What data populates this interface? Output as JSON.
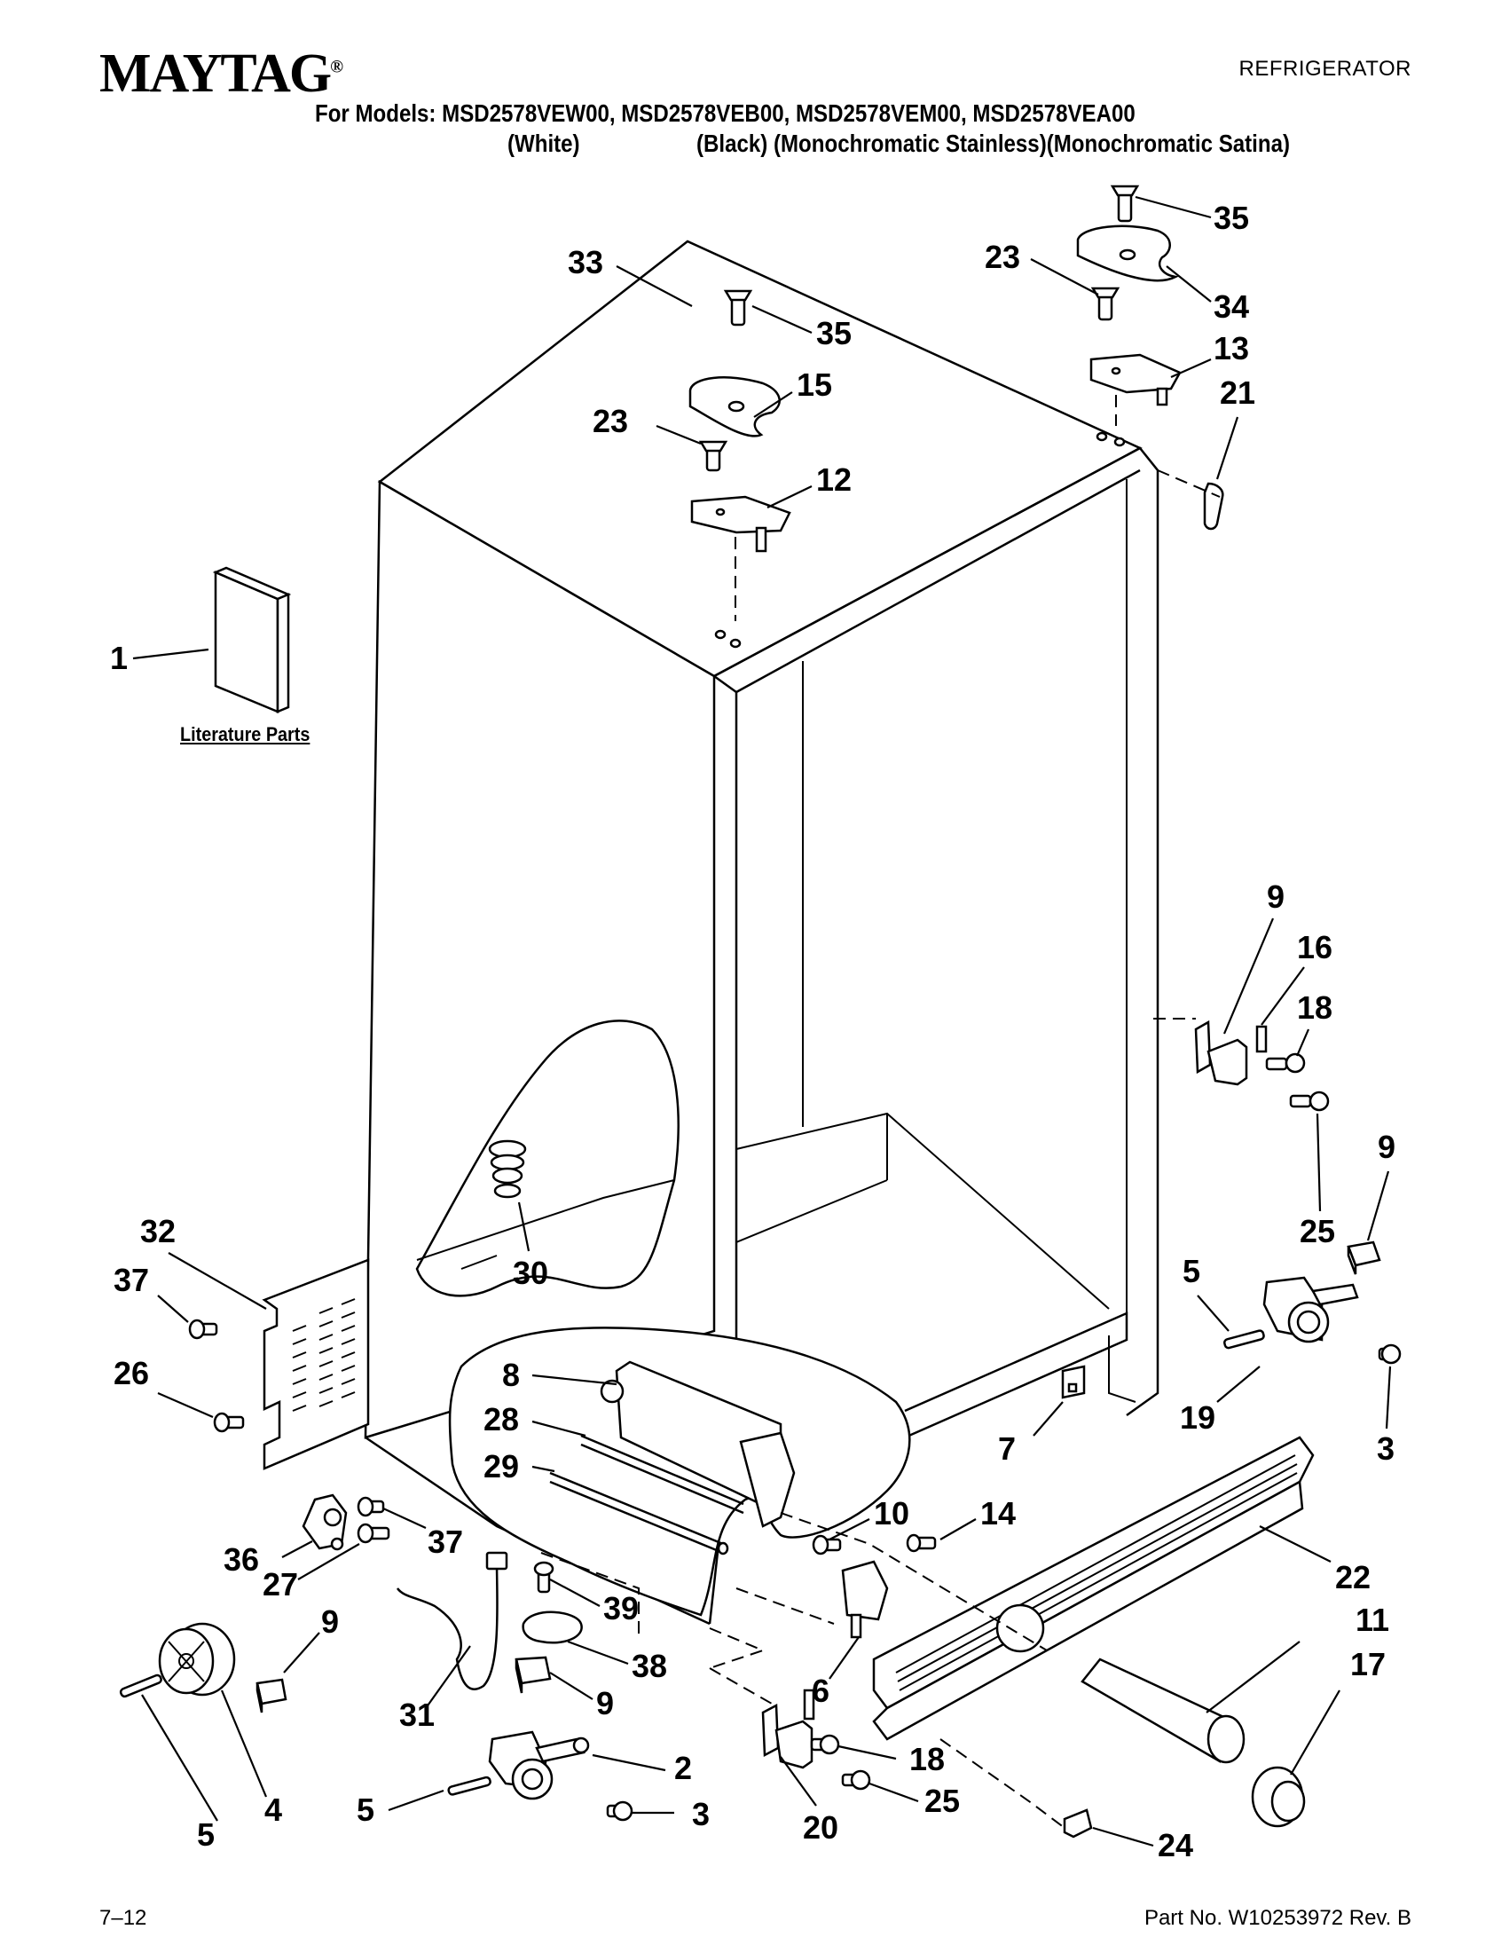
{
  "header": {
    "brand": "MAYTAG",
    "brand_mark": "®",
    "doc_type": "REFRIGERATOR",
    "models_line": "For Models: MSD2578VEW00, MSD2578VEB00, MSD2578VEM00, MSD2578VEA00",
    "finish_white": "(White)",
    "finish_others": "(Black) (Monochromatic Stainless)(Monochromatic Satina)"
  },
  "diagram": {
    "literature_label": "Literature Parts",
    "callouts": [
      "1",
      "33",
      "35",
      "23",
      "15",
      "12",
      "35",
      "23",
      "34",
      "13",
      "21",
      "9",
      "16",
      "18",
      "25",
      "9",
      "5",
      "19",
      "3",
      "30",
      "32",
      "37",
      "26",
      "8",
      "28",
      "29",
      "10",
      "14",
      "22",
      "7",
      "36",
      "37",
      "27",
      "9",
      "39",
      "38",
      "9",
      "6",
      "11",
      "17",
      "31",
      "5",
      "4",
      "5",
      "2",
      "3",
      "18",
      "25",
      "20",
      "24"
    ]
  },
  "footer": {
    "page_code": "7–12",
    "part_no": "Part No. W10253972 Rev. B"
  }
}
